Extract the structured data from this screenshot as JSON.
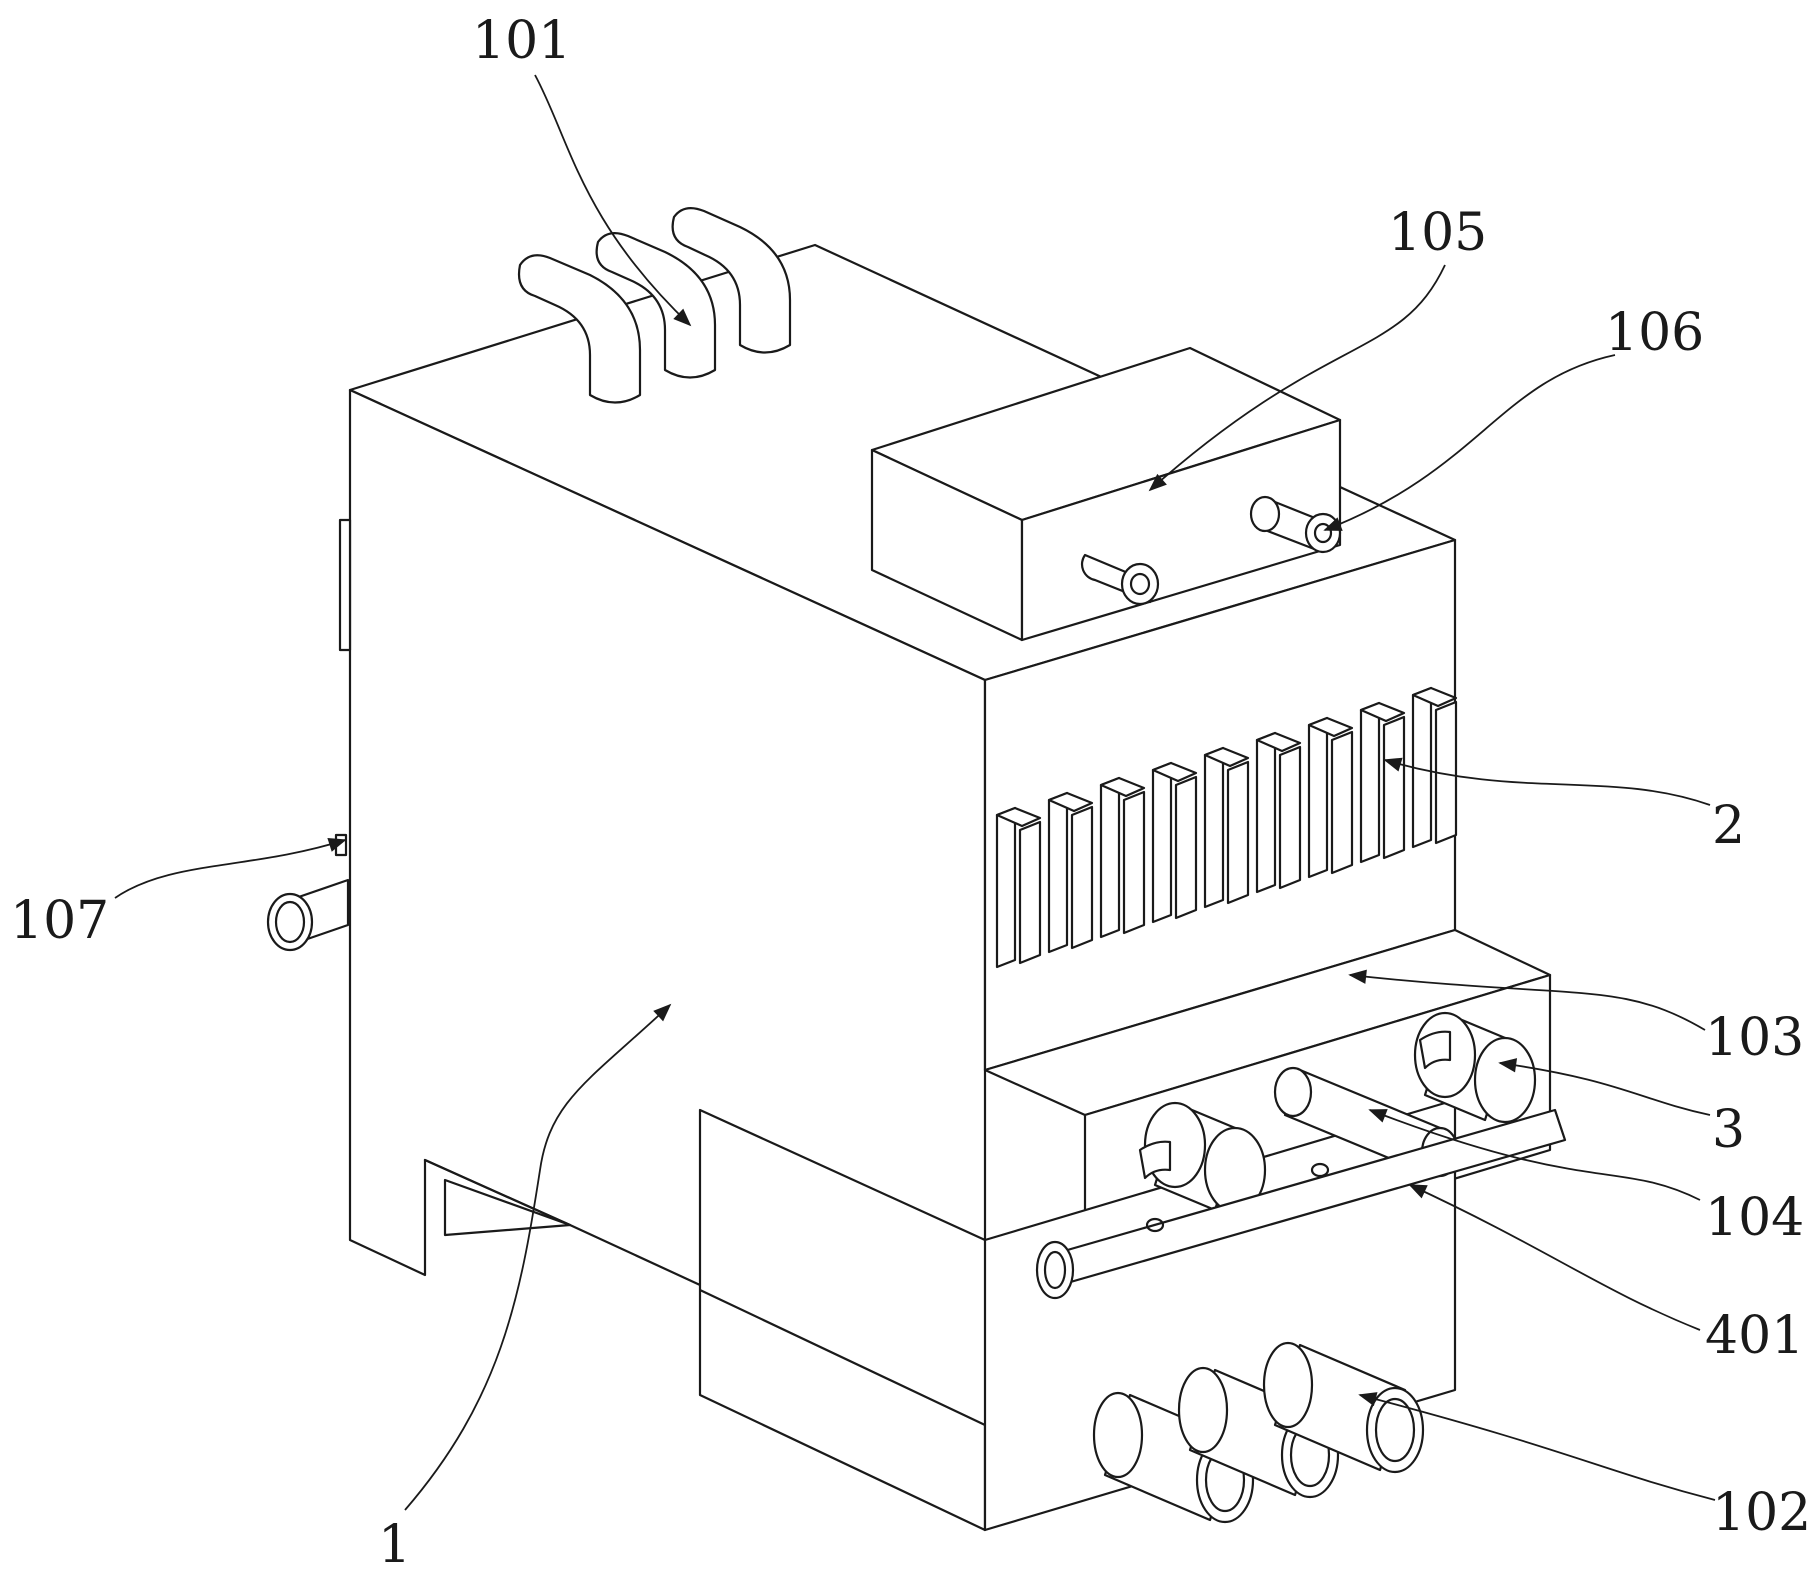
{
  "labels": {
    "l101": "101",
    "l105": "105",
    "l106": "106",
    "l2": "2",
    "l107": "107",
    "l103": "103",
    "l3": "3",
    "l104": "104",
    "l401": "401",
    "l1": "1",
    "l102": "102"
  },
  "colors": {
    "line": "#1a1a1a",
    "background": "#ffffff"
  }
}
